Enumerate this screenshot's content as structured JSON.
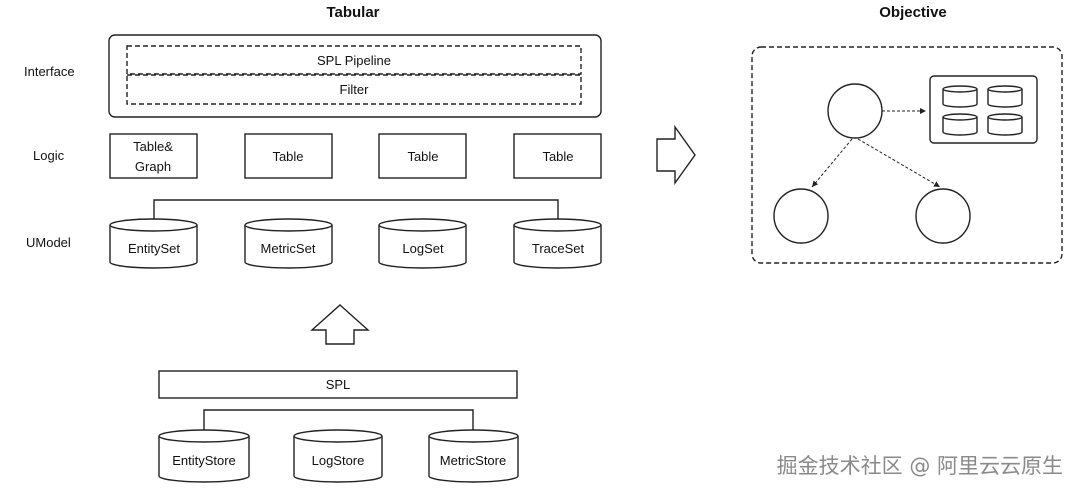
{
  "titles": {
    "tabular": "Tabular",
    "objective": "Objective"
  },
  "rows": {
    "interface": "Interface",
    "logic": "Logic",
    "umodel": "UModel"
  },
  "interface_box": {
    "pipeline": "SPL Pipeline",
    "filter": "Filter"
  },
  "logic_boxes": [
    {
      "line1": "Table&",
      "line2": "Graph"
    },
    {
      "line1": "Table"
    },
    {
      "line1": "Table"
    },
    {
      "line1": "Table"
    }
  ],
  "umodel_sets": [
    "EntitySet",
    "MetricSet",
    "LogSet",
    "TraceSet"
  ],
  "spl_label": "SPL",
  "stores": [
    "EntityStore",
    "LogStore",
    "MetricStore"
  ],
  "watermark": "掘金技术社区 @ 阿里云云原生"
}
